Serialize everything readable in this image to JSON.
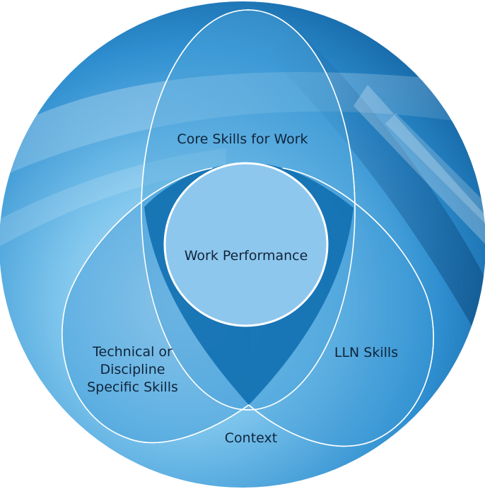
{
  "diagram": {
    "labels": {
      "core": "Core Skills for Work",
      "work_performance": "Work Performance",
      "technical": "Technical or\nDiscipline\nSpecific Skills",
      "lln": "LLN Skills",
      "context": "Context"
    },
    "colors": {
      "background_light": "#bfe3f6",
      "background_mid": "#5ab2e2",
      "background_dark": "#0d5e9c",
      "overlap_dark": "#0d6cae",
      "center_circle": "#8ec7ed",
      "outline": "#ffffff",
      "text": "#10243a"
    }
  }
}
